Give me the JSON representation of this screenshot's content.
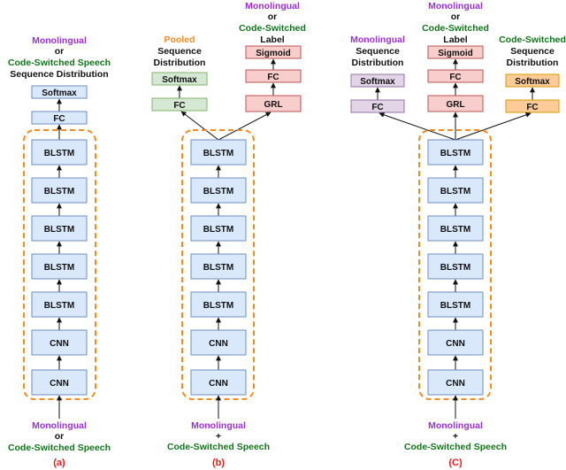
{
  "colors": {
    "purple": "#9a2fd6",
    "green": "#12741a",
    "orange": "#f28c1e",
    "red": "#e41c1c",
    "black": "#111111",
    "blue_fill": "#dae8fc",
    "blue_stroke": "#6c8ebf",
    "green_fill": "#d5e8d4",
    "green_stroke": "#82b366",
    "red_fill": "#f8cecc",
    "red_stroke": "#b85450",
    "lavender_fill": "#e1d5e7",
    "lavender_stroke": "#9673a6",
    "orange_fill": "#ffcc99",
    "orange_stroke": "#d79b00",
    "dashed": "#f28c1e"
  },
  "panel_a": {
    "top_label_1": "Monolingual",
    "top_label_2": "or",
    "top_label_3": "Code-Switched Speech",
    "top_label_4": "Sequence Distribution",
    "softmax": "Softmax",
    "fc": "FC",
    "blstm_1": "BLSTM",
    "blstm_2": "BLSTM",
    "blstm_3": "BLSTM",
    "blstm_4": "BLSTM",
    "blstm_5": "BLSTM",
    "cnn_1": "CNN",
    "cnn_2": "CNN",
    "input_1": "Monolingual",
    "input_2": "or",
    "input_3": "Code-Switched Speech",
    "caption": "(a)"
  },
  "panel_b": {
    "left_label_1": "Pooled",
    "left_label_2": "Sequence",
    "left_label_3": "Distribution",
    "right_label_1": "Monolingual",
    "right_label_2": "or",
    "right_label_3": "Code-Switched",
    "right_label_4": "Label",
    "softmax": "Softmax",
    "fc_left": "FC",
    "sigmoid": "Sigmoid",
    "fc_right": "FC",
    "grl": "GRL",
    "blstm_1": "BLSTM",
    "blstm_2": "BLSTM",
    "blstm_3": "BLSTM",
    "blstm_4": "BLSTM",
    "blstm_5": "BLSTM",
    "cnn_1": "CNN",
    "cnn_2": "CNN",
    "input_1": "Monolingual",
    "input_2": "+",
    "input_3": "Code-Switched Speech",
    "caption": "(b)"
  },
  "panel_c": {
    "left_label_1": "Monolingual",
    "left_label_2": "Sequence",
    "left_label_3": "Distribution",
    "mid_label_1": "Monolingual",
    "mid_label_2": "or",
    "mid_label_3": "Code-Switched",
    "mid_label_4": "Label",
    "right_label_1": "Code-Switched",
    "right_label_2": "Sequence",
    "right_label_3": "Distribution",
    "softmax_left": "Softmax",
    "fc_left": "FC",
    "sigmoid": "Sigmoid",
    "fc_mid": "FC",
    "grl": "GRL",
    "softmax_right": "Softmax",
    "fc_right": "FC",
    "blstm_1": "BLSTM",
    "blstm_2": "BLSTM",
    "blstm_3": "BLSTM",
    "blstm_4": "BLSTM",
    "blstm_5": "BLSTM",
    "cnn_1": "CNN",
    "cnn_2": "CNN",
    "input_1": "Monolingual",
    "input_2": "+",
    "input_3": "Code-Switched Speech",
    "caption": "(C)"
  }
}
